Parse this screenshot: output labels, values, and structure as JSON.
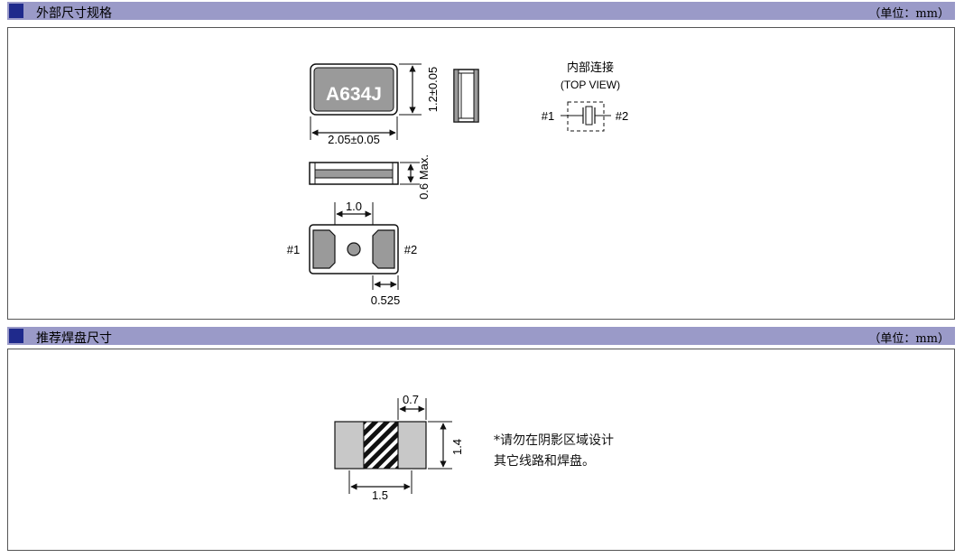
{
  "section1": {
    "title": "外部尺寸规格",
    "unit": "（单位：mm）",
    "marking": "A634J",
    "dim_height": "1.2±0.05",
    "dim_width": "2.05±0.05",
    "dim_max_thickness": "0.6 Max.",
    "dim_pad_pitch": "1.0",
    "dim_pad_width": "0.525",
    "pin1": "#1",
    "pin2": "#2",
    "internal_title": "内部连接",
    "internal_subtitle": "(TOP VIEW)",
    "internal_pin1": "#1",
    "internal_pin2": "#2"
  },
  "section2": {
    "title": "推荐焊盘尺寸",
    "unit": "（单位：mm）",
    "dim_pad_width": "0.7",
    "dim_pad_height": "1.4",
    "dim_gap": "1.5",
    "note_line1": "*请勿在阴影区域设计",
    "note_line2": "其它线路和焊盘。"
  },
  "colors": {
    "header_bg": "#9a9ac8",
    "header_marker": "#1f2a8c",
    "package_gray": "#9a9a9a",
    "pad_gray": "#c8c8c8"
  }
}
